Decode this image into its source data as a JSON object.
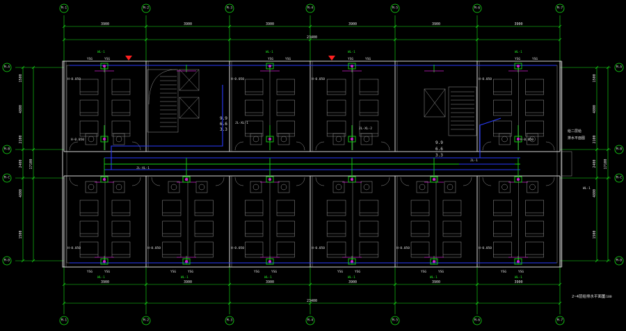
{
  "drawing": {
    "title": "2~4层给排水平面图",
    "scale": "1:100",
    "room_label_line1": "给二层给",
    "room_label_line2": "排水平面图",
    "riser_label_1": "WL-1",
    "riser_label_2": "JL-1",
    "valve_label": "YSG",
    "level_values": [
      "H-0.050",
      "H-0.050",
      "H-0.050",
      "H-0.050",
      "H-0.050",
      "H-0.050",
      "H-0.050",
      "H-0.050",
      "H-0.050",
      "H-0.050",
      "H-0.050",
      "H-0.050"
    ],
    "stair_levels_left": [
      "9.9",
      "6.6",
      "3.3"
    ],
    "stair_levels_right": [
      "9.9",
      "6.6",
      "3.3"
    ],
    "corridor_pipe_label": "JL-XL-1",
    "pipe_label_left": "JL-XL-1",
    "pipe_label_right": "JL-XL-2"
  },
  "axes_top": [
    "M-1",
    "M-2",
    "M-3",
    "M-4",
    "M-5",
    "M-6",
    "M-7"
  ],
  "axes_bottom": [
    "M-1",
    "M-2",
    "M-3",
    "M-4",
    "M-5",
    "M-6",
    "M-7"
  ],
  "axes_left": [
    "M-A",
    "M-B",
    "M-C",
    "M-D"
  ],
  "axes_right": [
    "M-A",
    "M-B",
    "M-C",
    "M-D"
  ],
  "dims_top": [
    "3900",
    "3900",
    "3900",
    "3900",
    "3900",
    "3900"
  ],
  "dims_top_total": "23400",
  "dims_bottom": [
    "3900",
    "3900",
    "3900",
    "3900",
    "3900",
    "3900"
  ],
  "dims_bottom_total": "23400",
  "dims_left": [
    "1500",
    "4800",
    "2100",
    "2400",
    "4800",
    "1500"
  ],
  "dims_left_total": "17100",
  "dims_right": [
    "1500",
    "4800",
    "2100",
    "2400",
    "4800",
    "1500"
  ],
  "dims_right_total": "17100",
  "colors": {
    "background": "#000000",
    "axis": "#17e817",
    "wall": "#d4d4d4",
    "supply_pipe": "#2a3cff",
    "drain_pipe": "#18d818",
    "hot_pipe": "#d020d0",
    "marker": "#ff2020"
  }
}
